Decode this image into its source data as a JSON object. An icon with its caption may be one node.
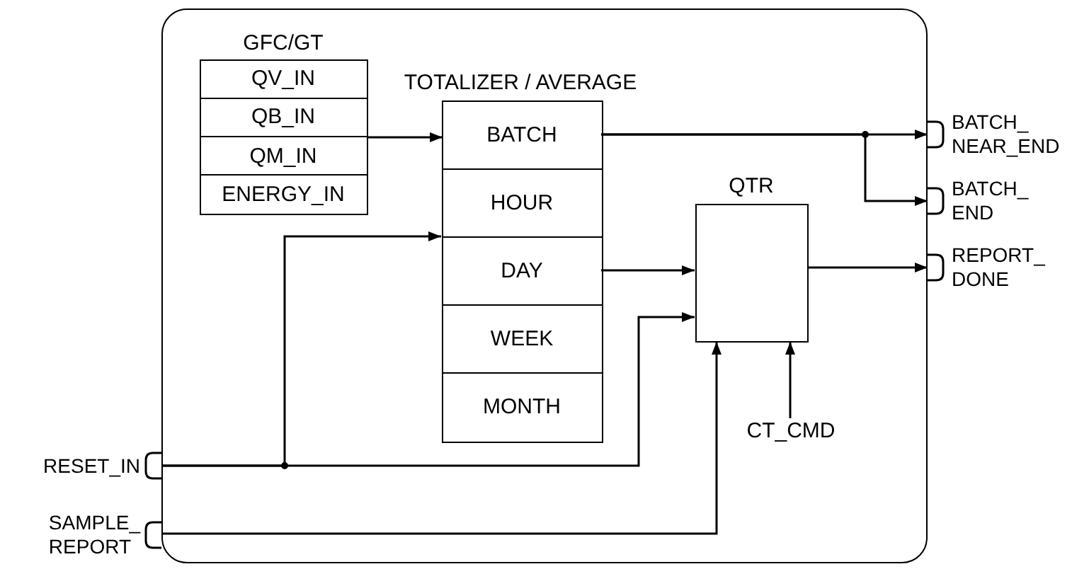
{
  "diagram": {
    "nodes": [
      {
        "text": [],
        "shape": "box"
      },
      {
        "text": [
          "GFC/GT"
        ],
        "in": 0
      },
      {
        "text": [
          "QV_IN"
        ],
        "in": 1
      },
      {
        "text": [
          "QB_IN"
        ],
        "in": 1
      },
      {
        "text": [
          "QM_IN"
        ],
        "in": 1
      },
      {
        "text": [
          "ENERGY_IN"
        ],
        "in": 1
      },
      {
        "text": [
          "TOTALIZER / AVERAGE"
        ],
        "in": 0
      },
      {
        "text": [
          "BATCH"
        ],
        "in": 6
      },
      {
        "text": [
          "HOUR"
        ],
        "in": 6
      },
      {
        "text": [
          "DAY"
        ],
        "in": 6
      },
      {
        "text": [
          "WEEK"
        ],
        "in": 6
      },
      {
        "text": [
          "MONTH"
        ],
        "in": 6
      },
      {
        "text": [
          "QTR"
        ],
        "in": 0
      },
      {
        "text": [
          "BATCH_ NEAR_END"
        ]
      },
      {
        "text": [
          "BATCH_ END"
        ]
      },
      {
        "text": [
          "REPORT_ DONE"
        ]
      },
      {
        "text": [
          "RESET_IN"
        ]
      },
      {
        "text": [
          "SAMPLE_ REPORT"
        ]
      },
      {
        "text": [
          "CT_CMD"
        ],
        "in": 0
      }
    ],
    "edges": [
      {
        "from": 1,
        "to": 7,
        "arrow": "to"
      },
      {
        "from": 7,
        "to": 13,
        "arrow": "to"
      },
      {
        "from": 7,
        "to": 14,
        "arrow": "to"
      },
      {
        "from": 9,
        "to": 12,
        "arrow": "to"
      },
      {
        "from": 12,
        "to": 15,
        "arrow": "to"
      },
      {
        "from": 16,
        "to": 6,
        "arrow": "to"
      },
      {
        "from": 16,
        "to": 12,
        "arrow": "to"
      },
      {
        "from": 17,
        "to": 12,
        "arrow": "to"
      },
      {
        "from": 18,
        "to": 12,
        "arrow": "to"
      }
    ]
  }
}
